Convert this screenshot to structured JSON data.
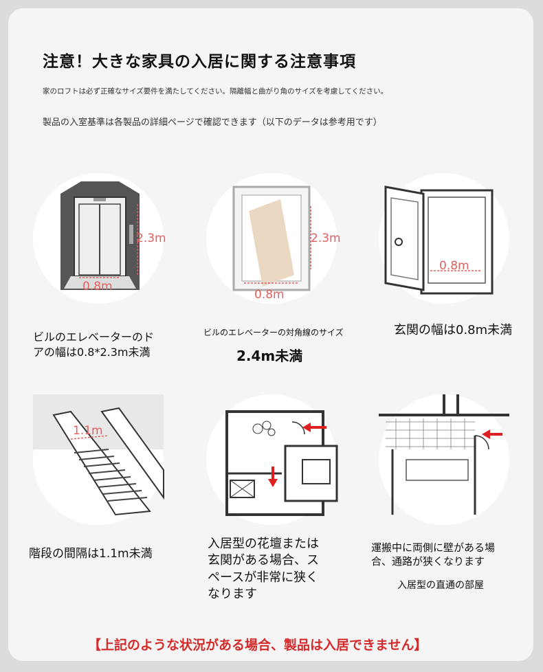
{
  "header": {
    "title": "注意！大きな家具の入居に関する注意事項",
    "note_line1": "家のロフトは必ず正確なサイズ要件を満たしてください。隔離幅と曲がり角のサイズを考慮してください。",
    "note_line2": "製品の入室基準は各製品の詳細ページで確認できます（以下のデータは参考用です）"
  },
  "items": [
    {
      "caption_line1": "ビルのエレベーターのド",
      "caption_line2": "アの幅は0.8*2.3m未満",
      "dims": [
        "2.3m",
        "0.8m"
      ]
    },
    {
      "caption_line1": "ビルのエレベーターの対角線のサイズ",
      "caption_line2": "2.4m未満",
      "dims": [
        "2.3m",
        "0.8m"
      ]
    },
    {
      "caption_line1": "玄関の幅は0.8m未満",
      "dims": [
        "0.8m"
      ]
    },
    {
      "caption_line1": "階段の間隔は1.1m未満",
      "dims": [
        "1.1m"
      ]
    },
    {
      "caption_line1": "入居型の花壇または",
      "caption_line2": "玄関がある場合、ス",
      "caption_line3": "ペースが非常に狭く",
      "caption_line4": "なります"
    },
    {
      "caption_line1": "運搬中に両側に壁がある場",
      "caption_line2": "合、通路が狭くなります",
      "caption_line3": "入居型の直通の部屋"
    }
  ],
  "footer": {
    "warning": "【上記のような状況がある場合、製品は入居できません】"
  }
}
